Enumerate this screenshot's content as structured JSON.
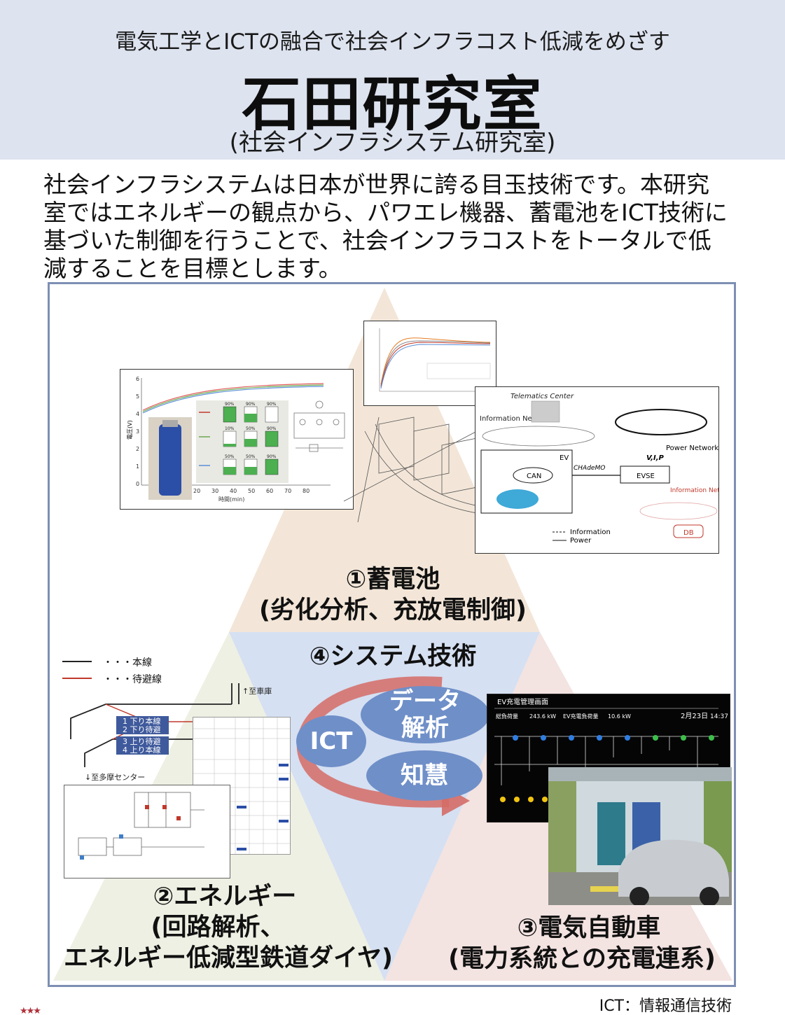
{
  "header": {
    "subtitle": "電気工学とICTの融合で社会インフラコスト低減をめざす",
    "title": "石田研究室",
    "title_sub": "(社会インフラシステム研究室)"
  },
  "intro": {
    "line1": "社会インフラシステムは日本が世界に誇る目玉技術です。本研究",
    "line2": "室ではエネルギーの観点から、パワエレ機器、蓄電池をICT技術に",
    "line3": "基づいた制御を行うことで、社会インフラコストをトータルで低",
    "line4": "減することを目標とします。"
  },
  "sections": {
    "battery_title": "①蓄電池",
    "battery_sub": "(劣化分析、充放電制御)",
    "system_title": "④システム技術",
    "energy_title": "②エネルギー",
    "energy_sub1": "(回路解析、",
    "energy_sub2": "エネルギー低減型鉄道ダイヤ)",
    "ev_title": "③電気自動車",
    "ev_sub": "(電力系統との充電連系)"
  },
  "bubbles": {
    "ict": "ICT",
    "data1": "データ",
    "data2": "解析",
    "wisdom": "知慧"
  },
  "battery_chart": {
    "ylabel": "電圧(V)",
    "xlabel": "時間(min)",
    "yticks": [
      "6",
      "5",
      "4",
      "3",
      "2",
      "1",
      "0"
    ],
    "xticks": [
      "20",
      "30",
      "40",
      "50",
      "60",
      "70",
      "80"
    ],
    "bar_labels": [
      "90%",
      "90%",
      "90%",
      "10%",
      "50%",
      "90%",
      "50%",
      "50%",
      "90%"
    ]
  },
  "ev_network": {
    "telematics": "Telematics Center",
    "info_network": "Information Network",
    "power_network": "Power Network",
    "info_network2": "Information Network",
    "vip": "V,I,P",
    "ev": "EV",
    "can": "CAN",
    "chademo": "CHAdeMO",
    "evse": "EVSE",
    "db": "DB",
    "legend_info": "Information",
    "legend_power": "Power"
  },
  "rail": {
    "legend_main": "・・・本線",
    "legend_siding": "・・・待避線",
    "track1": "1  下り本線",
    "track2": "2  下り待避",
    "track3": "3  上り待避",
    "track4": "4  上り本線",
    "to_garage": "↑至車庫",
    "to_tama": "↓至多摩センター"
  },
  "ev_screen": {
    "title": "EV充電管理画面",
    "total_load": "総負荷量",
    "total_val": "243.6 kW",
    "ev_load": "EV充電負荷量",
    "ev_val": "10.6 kW",
    "date": "2月23日",
    "time": "14:37"
  },
  "footnote": "ICT：情報通信技術",
  "colors": {
    "header_bg": "#dde3ef",
    "frame_border": "#7d8fb3",
    "tri_top": "#f3e6d8",
    "tri_left": "#eef0e3",
    "tri_right": "#f3e3e1",
    "tri_center": "#d5e0f2",
    "bubble": "#6f8fc8",
    "arrow": "#d56b66"
  }
}
